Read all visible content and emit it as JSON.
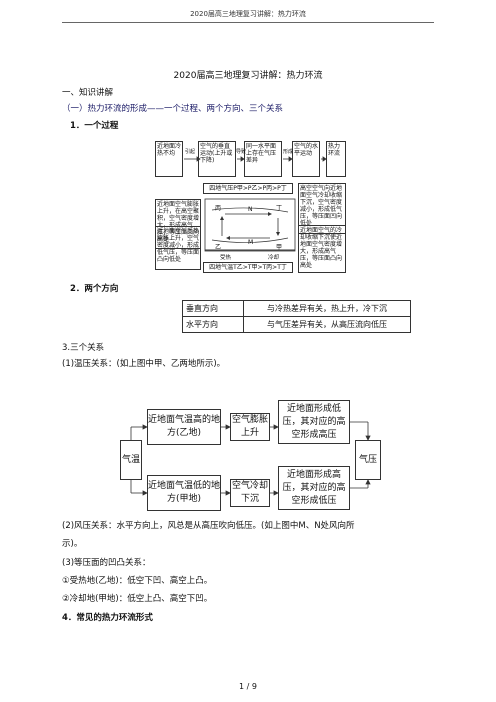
{
  "header": "2020届高三地理复习讲解：热力环流",
  "title": "2020届高三地理复习讲解：热力环流",
  "section1": "一、知识讲解",
  "subsection1": "（一）热力环流的形成——一个过程、两个方向、三个关系",
  "item1": "1．一个过程",
  "flow": {
    "boxes": [
      "近地面冷热不均",
      "空气的垂直运动(上升或下降)",
      "同一水平面上存在气压差异",
      "空气的水平运动",
      "热力环流"
    ],
    "arrows": [
      "引起",
      "导致",
      "形成",
      "形成"
    ]
  },
  "diagram": {
    "top_label": "四地气压P甲>P乙>P丙>P丁",
    "bottom_label": "四地气温T乙>T甲>T丙>T丁",
    "left_upper": "近地面空气膨胀上升，在高空聚积，空气密度增大，形成高气压，等压面凸向高处",
    "left_lower": "近地面空气受热膨胀上升，空气密度减小，形成低气压，等压面凸向低处",
    "right_upper": "高空空气向近地面空气冷却收缩下沉，空气密度减小，形成低气压，等压面凹向低处",
    "right_lower": "近地面空气的冷却收缩下沉使近地面空气密度增大，形成高气压，等压面凸向高处",
    "points": [
      "丙",
      "丁",
      "N",
      "M",
      "乙",
      "甲"
    ],
    "heated": "受热",
    "cooled": "冷却"
  },
  "item2": "2．两个方向",
  "directions": [
    {
      "k": "垂直方向",
      "v": "与冷热差异有关，热上升，冷下沉"
    },
    {
      "k": "水平方向",
      "v": "与气压差异有关，从高压流向低压"
    }
  ],
  "item3": "3.三个关系",
  "rel1": "(1)温压关系：(如上图中甲、乙两地所示)。",
  "rel_chart": {
    "left": "气温",
    "right": "气压",
    "top_a": "近地面气温高的地方(乙地)",
    "top_b": "空气膨胀上升",
    "top_c": "近地面形成低压，其对应的高空形成高压",
    "bot_a": "近地面气温低的地方(甲地)",
    "bot_b": "空气冷却下沉",
    "bot_c": "近地面形成高压，其对应的高空形成低压"
  },
  "rel2a": "(2)风压关系：水平方向上，风总是从高压吹向低压。(如上图中M、N处风向所",
  "rel2b": "示)。",
  "rel3": "(3)等压面的凹凸关系：",
  "rel3_1": "①受热地(乙地)：低空下凹、高空上凸。",
  "rel3_2": "②冷却地(甲地)：低空上凸、高空下凹。",
  "item4": "4．常见的热力环流形式",
  "footer": "1 / 9"
}
